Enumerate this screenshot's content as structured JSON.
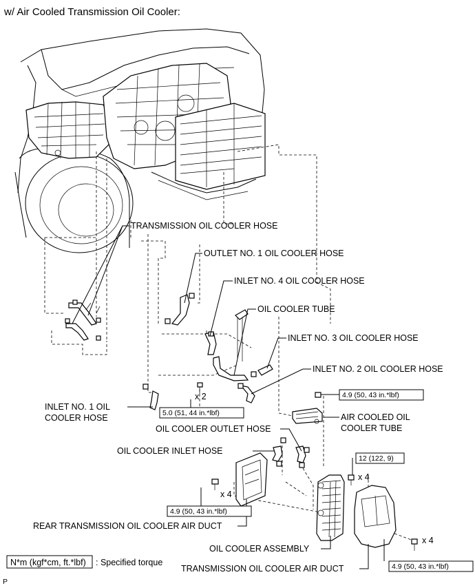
{
  "title": "w/ Air Cooled Transmission Oil Cooler:",
  "labels": {
    "trans_hose": "TRANSMISSION OIL COOLER HOSE",
    "outlet1": "OUTLET NO. 1 OIL COOLER HOSE",
    "inlet4": "INLET NO. 4 OIL COOLER HOSE",
    "tube": "OIL COOLER TUBE",
    "inlet3": "INLET NO. 3 OIL COOLER HOSE",
    "inlet2": "INLET NO. 2 OIL COOLER HOSE",
    "inlet1_a": "INLET NO. 1 OIL",
    "inlet1_b": "COOLER HOSE",
    "aircooled_a": "AIR COOLED OIL",
    "aircooled_b": "COOLER TUBE",
    "outlet_hose": "OIL COOLER OUTLET HOSE",
    "inlet_hose": "OIL COOLER INLET HOSE",
    "rear_duct": "REAR TRANSMISSION OIL COOLER AIR DUCT",
    "assembly": "OIL COOLER ASSEMBLY",
    "duct": "TRANSMISSION OIL COOLER AIR DUCT"
  },
  "torques": {
    "t_inlet1": "5.0 (51, 44 in.*lbf)",
    "t_aircooled": "4.9 (50, 43 in.*lbf)",
    "t_assembly": "12 (122, 9)",
    "t_rear": "4.9 (50, 43 in.*lbf)",
    "t_duct": "4.9 (50, 43 in.*lbf)"
  },
  "counts": {
    "x2": "x 2",
    "x4_a": "x 4",
    "x4_b": "x 4",
    "x4_c": "x 4"
  },
  "legend": {
    "box": "N*m (kgf*cm, ft.*lbf)",
    "text": ": Specified torque"
  },
  "corner": "P"
}
